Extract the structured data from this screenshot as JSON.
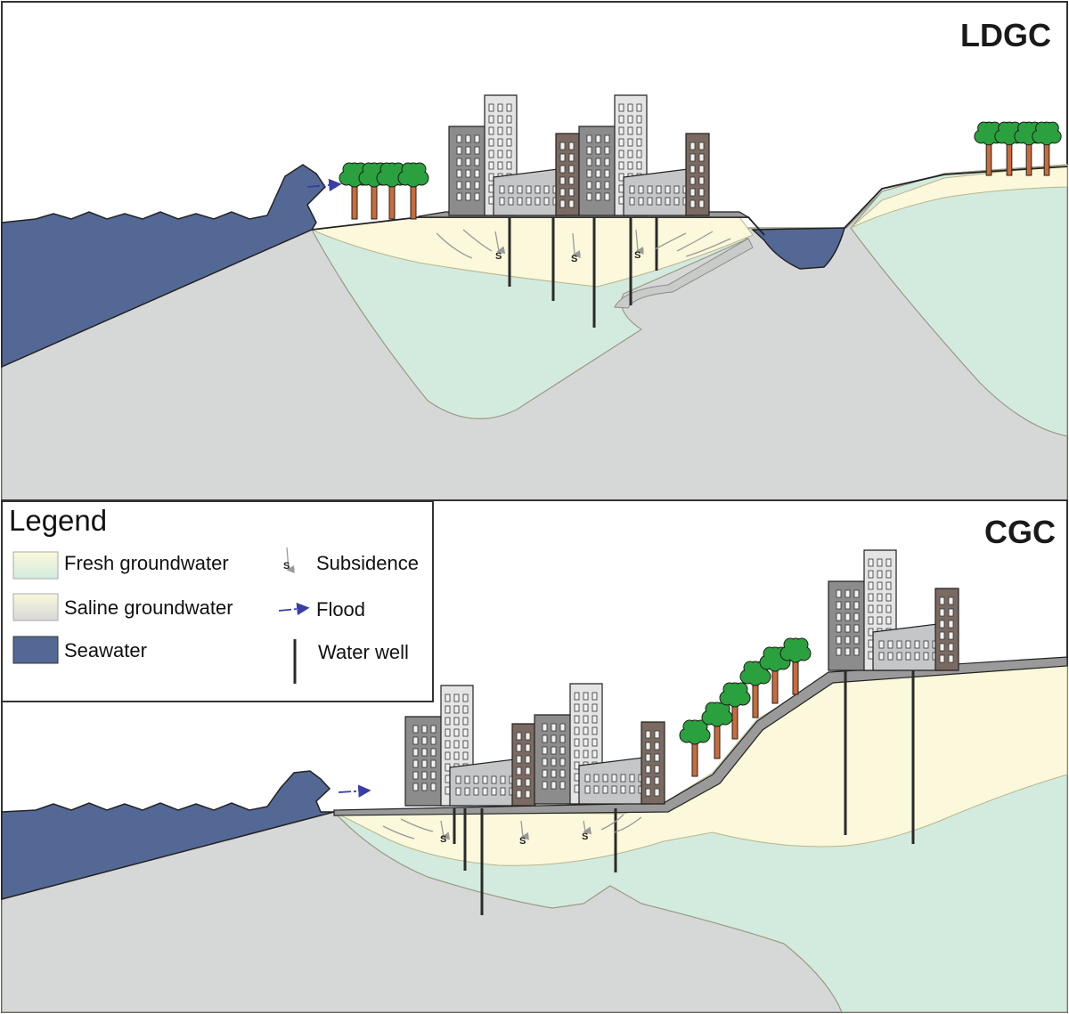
{
  "panels": {
    "top_title": "LDGC",
    "bottom_title": "CGC"
  },
  "legend": {
    "title": "Legend",
    "fresh_groundwater": "Fresh groundwater",
    "saline_groundwater": "Saline groundwater",
    "seawater": "Seawater",
    "subsidence": "Subsidence",
    "flood": "Flood",
    "water_well": "Water well",
    "subsidence_symbol": "S"
  },
  "colors": {
    "seawater": "#546895",
    "saline": "#d6d8d8",
    "fresh": "#fbf8db",
    "fresh_lower": "#d3ebdf",
    "urban_ground": "#9a9a9a",
    "building_dark": "#8c8c8c",
    "building_light": "#e4e4e4",
    "building_mid": "#c4c6c8",
    "building_brown": "#7b6a61",
    "tree_canopy": "#2aa13e",
    "tree_trunk": "#c96b3a",
    "flood_arrow": "#3a3ea5"
  }
}
